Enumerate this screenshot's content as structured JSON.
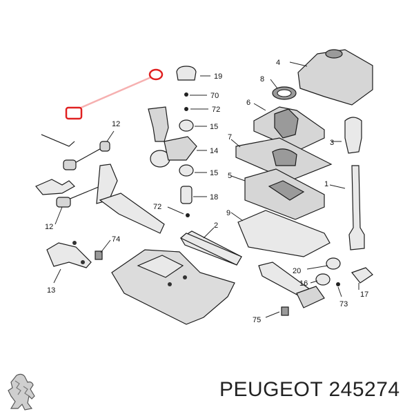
{
  "caption": "PEUGEOT 245274",
  "highlight_color": "#e02020",
  "callouts": {
    "c4": "4",
    "c8": "8",
    "c6": "6",
    "c3": "3",
    "c7": "7",
    "c1": "1",
    "c5": "5",
    "c9": "9",
    "c19": "19",
    "c70": "70",
    "c72a": "72",
    "c15a": "15",
    "c14": "14",
    "c15b": "15",
    "c18": "18",
    "c72b": "72",
    "c2": "2",
    "c12a": "12",
    "c12b": "12",
    "c74": "74",
    "c13": "13",
    "c20": "20",
    "c16": "16",
    "c73": "73",
    "c17": "17",
    "c75": "75"
  },
  "logo": {
    "name": "Peugeot lion emblem"
  }
}
